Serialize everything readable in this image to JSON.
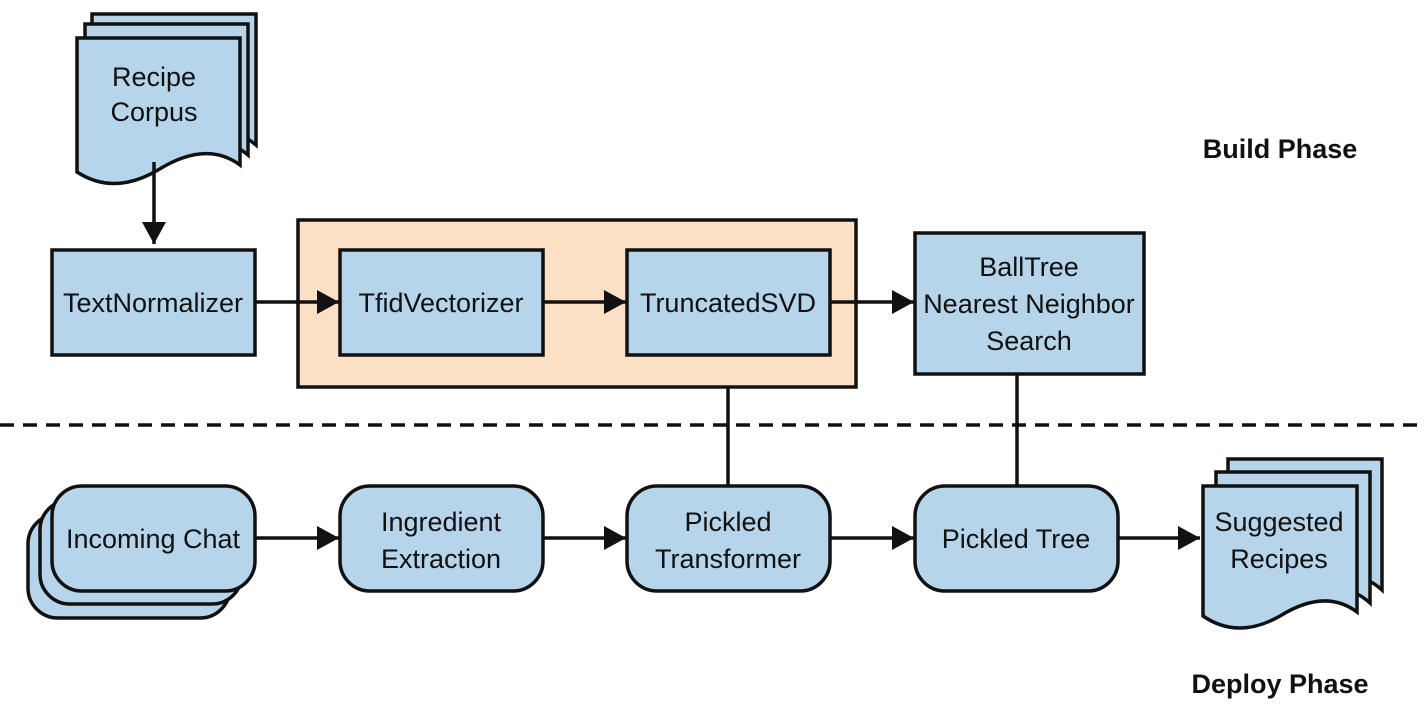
{
  "phases": {
    "build": "Build Phase",
    "deploy": "Deploy Phase"
  },
  "colors": {
    "box_fill": "#b6d4ea",
    "group_fill": "#fbe0c6",
    "stroke": "#111111"
  },
  "nodes": {
    "recipe_corpus": {
      "line1": "Recipe",
      "line2": "Corpus"
    },
    "text_normalizer": {
      "label": "TextNormalizer"
    },
    "tfid_vectorizer": {
      "label": "TfidVectorizer"
    },
    "truncated_svd": {
      "label": "TruncatedSVD"
    },
    "balltree": {
      "line1": "BallTree",
      "line2": "Nearest Neighbor",
      "line3": "Search"
    },
    "incoming_chat": {
      "label": "Incoming Chat"
    },
    "ingredient_extraction": {
      "line1": "Ingredient",
      "line2": "Extraction"
    },
    "pickled_transformer": {
      "line1": "Pickled",
      "line2": "Transformer"
    },
    "pickled_tree": {
      "label": "Pickled Tree"
    },
    "suggested_recipes": {
      "line1": "Suggested",
      "line2": "Recipes"
    }
  }
}
